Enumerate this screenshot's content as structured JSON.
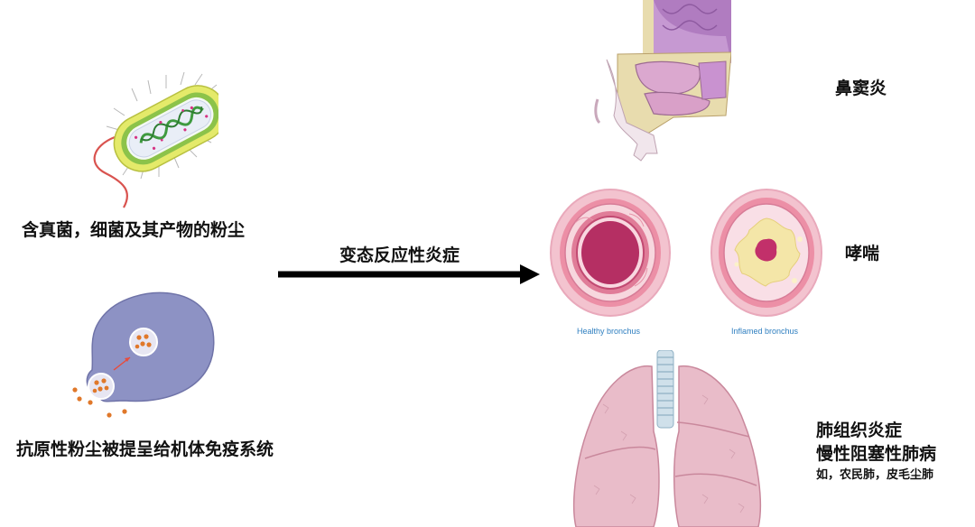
{
  "left": {
    "bacteria_label": "含真菌，细菌及其产物的粉尘",
    "immune_label": "抗原性粉尘被提呈给机体免疫系统"
  },
  "center": {
    "arrow_label": "变态反应性炎症"
  },
  "right": {
    "sinusitis_label": "鼻窦炎",
    "asthma_label": "哮喘",
    "healthy_caption": "Healthy bronchus",
    "inflamed_caption": "Inflamed bronchus",
    "lung_label_1": "肺组织炎症",
    "lung_label_2": "慢性阻塞性肺病",
    "lung_examples": "如，农民肺，皮毛尘肺"
  }
}
